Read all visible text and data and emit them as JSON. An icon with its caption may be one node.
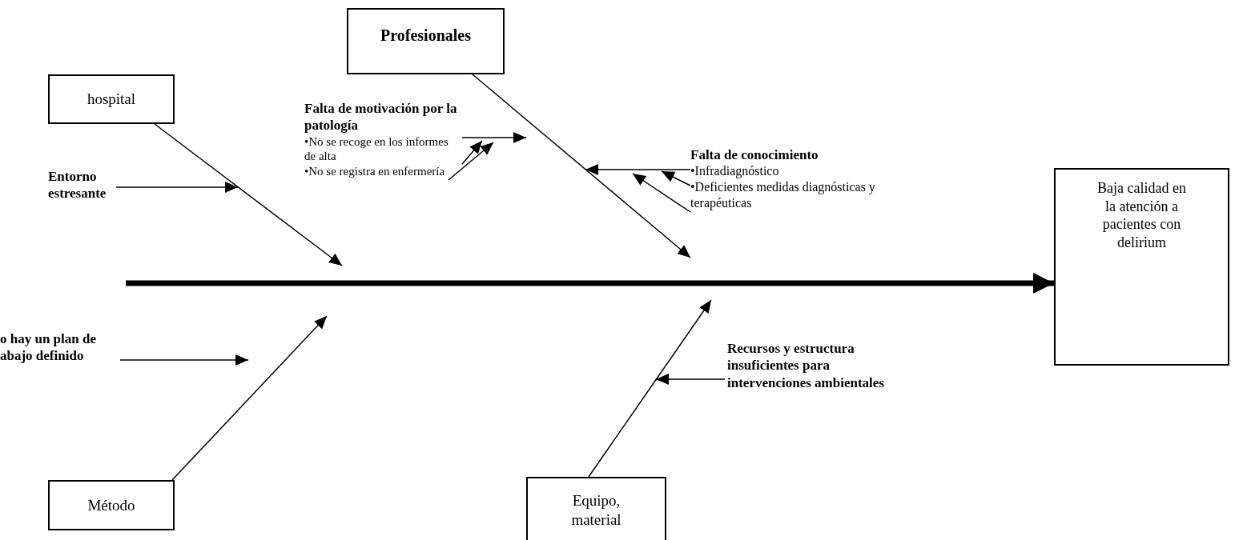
{
  "diagram": {
    "nodes": [
      {
        "text": [
          "Profesionales"
        ]
      },
      {
        "text": [
          "hospital"
        ]
      },
      {
        "text": [
          "Falta de motivación  por la patología",
          "•No se recoge en los informes de alta",
          "•No se registra en enfermería"
        ]
      },
      {
        "text": [
          "Entorno estresante"
        ]
      },
      {
        "text": [
          "Falta de conocimiento",
          "•Infradiagnóstico",
          "•Deficientes medidas diagnósticas y terapéuticas"
        ]
      },
      {
        "text": [
          "Baja calidad en la atención a pacientes con delirium"
        ]
      },
      {
        "text": [
          "o hay un plan de abajo definido"
        ]
      },
      {
        "text": [
          "Recursos y estructura insuficientes para intervenciones ambientales"
        ]
      },
      {
        "text": [
          "Método"
        ]
      },
      {
        "text": [
          "Equipo, material"
        ]
      }
    ],
    "edges": [
      {
        "from": null,
        "to": 5,
        "arrow": "to",
        "style": "thick"
      },
      {
        "from": 1,
        "to": null,
        "arrow": "to"
      },
      {
        "from": 3,
        "to": null,
        "arrow": "to"
      },
      {
        "from": 0,
        "to": null,
        "arrow": "to"
      },
      {
        "from": 2,
        "to": null,
        "arrow": "to"
      },
      {
        "from": 2,
        "to": null,
        "arrow": "to"
      },
      {
        "from": 2,
        "to": null,
        "arrow": "to"
      },
      {
        "from": 4,
        "to": null,
        "arrow": "to"
      },
      {
        "from": 4,
        "to": null,
        "arrow": "to"
      },
      {
        "from": 4,
        "to": null,
        "arrow": "to"
      },
      {
        "from": 8,
        "to": null,
        "arrow": "to"
      },
      {
        "from": 6,
        "to": null,
        "arrow": "to"
      },
      {
        "from": 9,
        "to": null,
        "arrow": "to"
      },
      {
        "from": 7,
        "to": null,
        "arrow": "to"
      }
    ]
  }
}
